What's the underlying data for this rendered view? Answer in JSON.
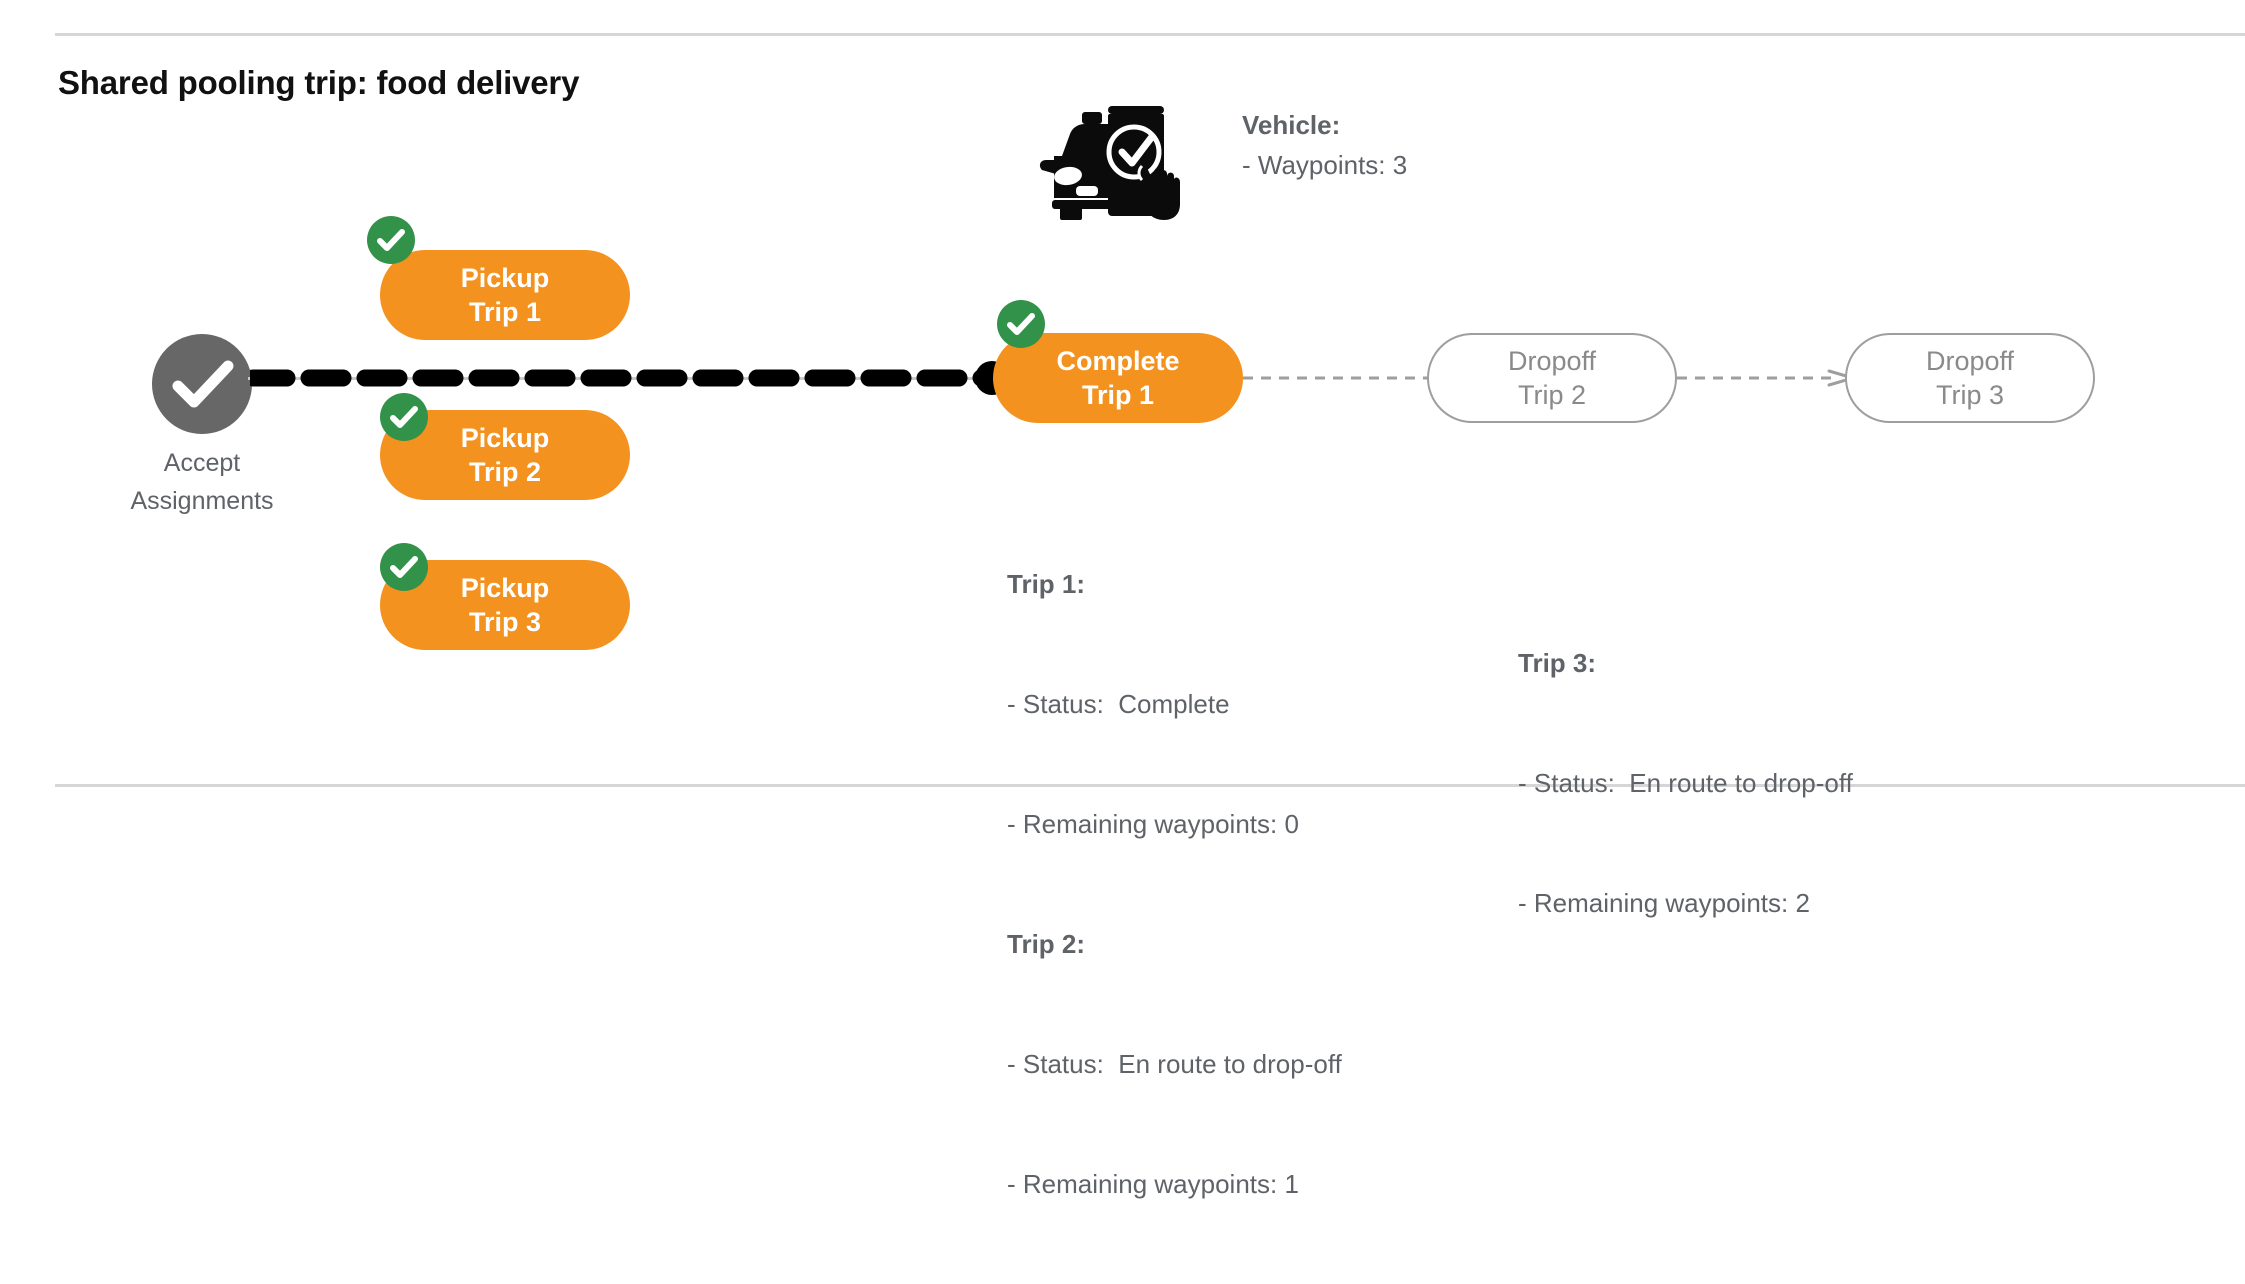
{
  "page": {
    "title": "Shared pooling trip: food delivery",
    "colors": {
      "orange": "#F3921E",
      "green": "#339249",
      "gray_node": "#676767",
      "gray_text": "#5f6368",
      "outline_gray": "#9e9e9e",
      "rule": "#d6d6d6",
      "black": "#000000"
    }
  },
  "start_node": {
    "icon": "check-circle-icon",
    "label_line1": "Accept",
    "label_line2": "Assignments"
  },
  "vehicle": {
    "icon": "vehicle-phone-check-icon",
    "heading": "Vehicle:",
    "waypoints_line": "- Waypoints: 3"
  },
  "pickups": [
    {
      "badge_icon": "check-badge-icon",
      "line1": "Pickup",
      "line2": "Trip 1"
    },
    {
      "badge_icon": "check-badge-icon",
      "line1": "Pickup",
      "line2": "Trip 2"
    },
    {
      "badge_icon": "check-badge-icon",
      "line1": "Pickup",
      "line2": "Trip 3"
    }
  ],
  "complete_node": {
    "badge_icon": "check-badge-icon",
    "line1": "Complete",
    "line2": "Trip 1"
  },
  "dropoffs": [
    {
      "line1": "Dropoff",
      "line2": "Trip 2"
    },
    {
      "line1": "Dropoff",
      "line2": "Trip 3"
    }
  ],
  "trip_details_left": {
    "trip1_heading": "Trip 1:",
    "trip1_status": "- Status:  Complete",
    "trip1_waypoints": "- Remaining waypoints: 0",
    "trip2_heading": "Trip 2:",
    "trip2_status": "- Status:  En route to drop-off",
    "trip2_waypoints": "- Remaining waypoints: 1"
  },
  "trip_details_right": {
    "trip3_heading": "Trip 3:",
    "trip3_status": "- Status:  En route to drop-off",
    "trip3_waypoints": "- Remaining waypoints: 2"
  }
}
